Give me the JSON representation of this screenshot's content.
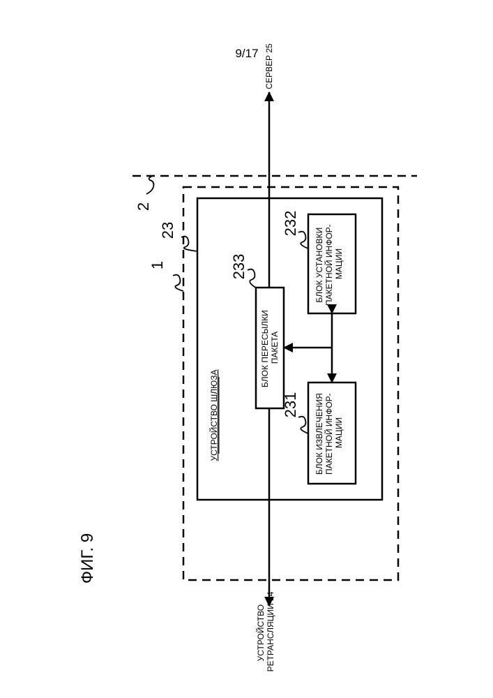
{
  "page_number": "9/17",
  "figure_label": "ФИГ. 9",
  "server_label": "СЕРВЕР 25",
  "relay_label": [
    "УСТРОЙСТВО",
    "РЕТРАНСЛЯЦИИ 24"
  ],
  "gateway_title": "УСТРОЙСТВО ШЛЮЗА",
  "blocks": {
    "b233": {
      "ref": "233",
      "lines": [
        "БЛОК ПЕРЕСЫЛКИ",
        "ПАКЕТА"
      ]
    },
    "b232": {
      "ref": "232",
      "lines": [
        "БЛОК УСТАНОВКИ",
        "ПАКЕТНОЙ ИНФОР-",
        "МАЦИИ"
      ]
    },
    "b231": {
      "ref": "231",
      "lines": [
        "БЛОК ИЗВЛЕЧЕНИЯ",
        "ПАКЕТНОЙ ИНФОР-",
        "МАЦИИ"
      ]
    }
  },
  "refs": {
    "r1": "1",
    "r2": "2",
    "r23": "23"
  }
}
